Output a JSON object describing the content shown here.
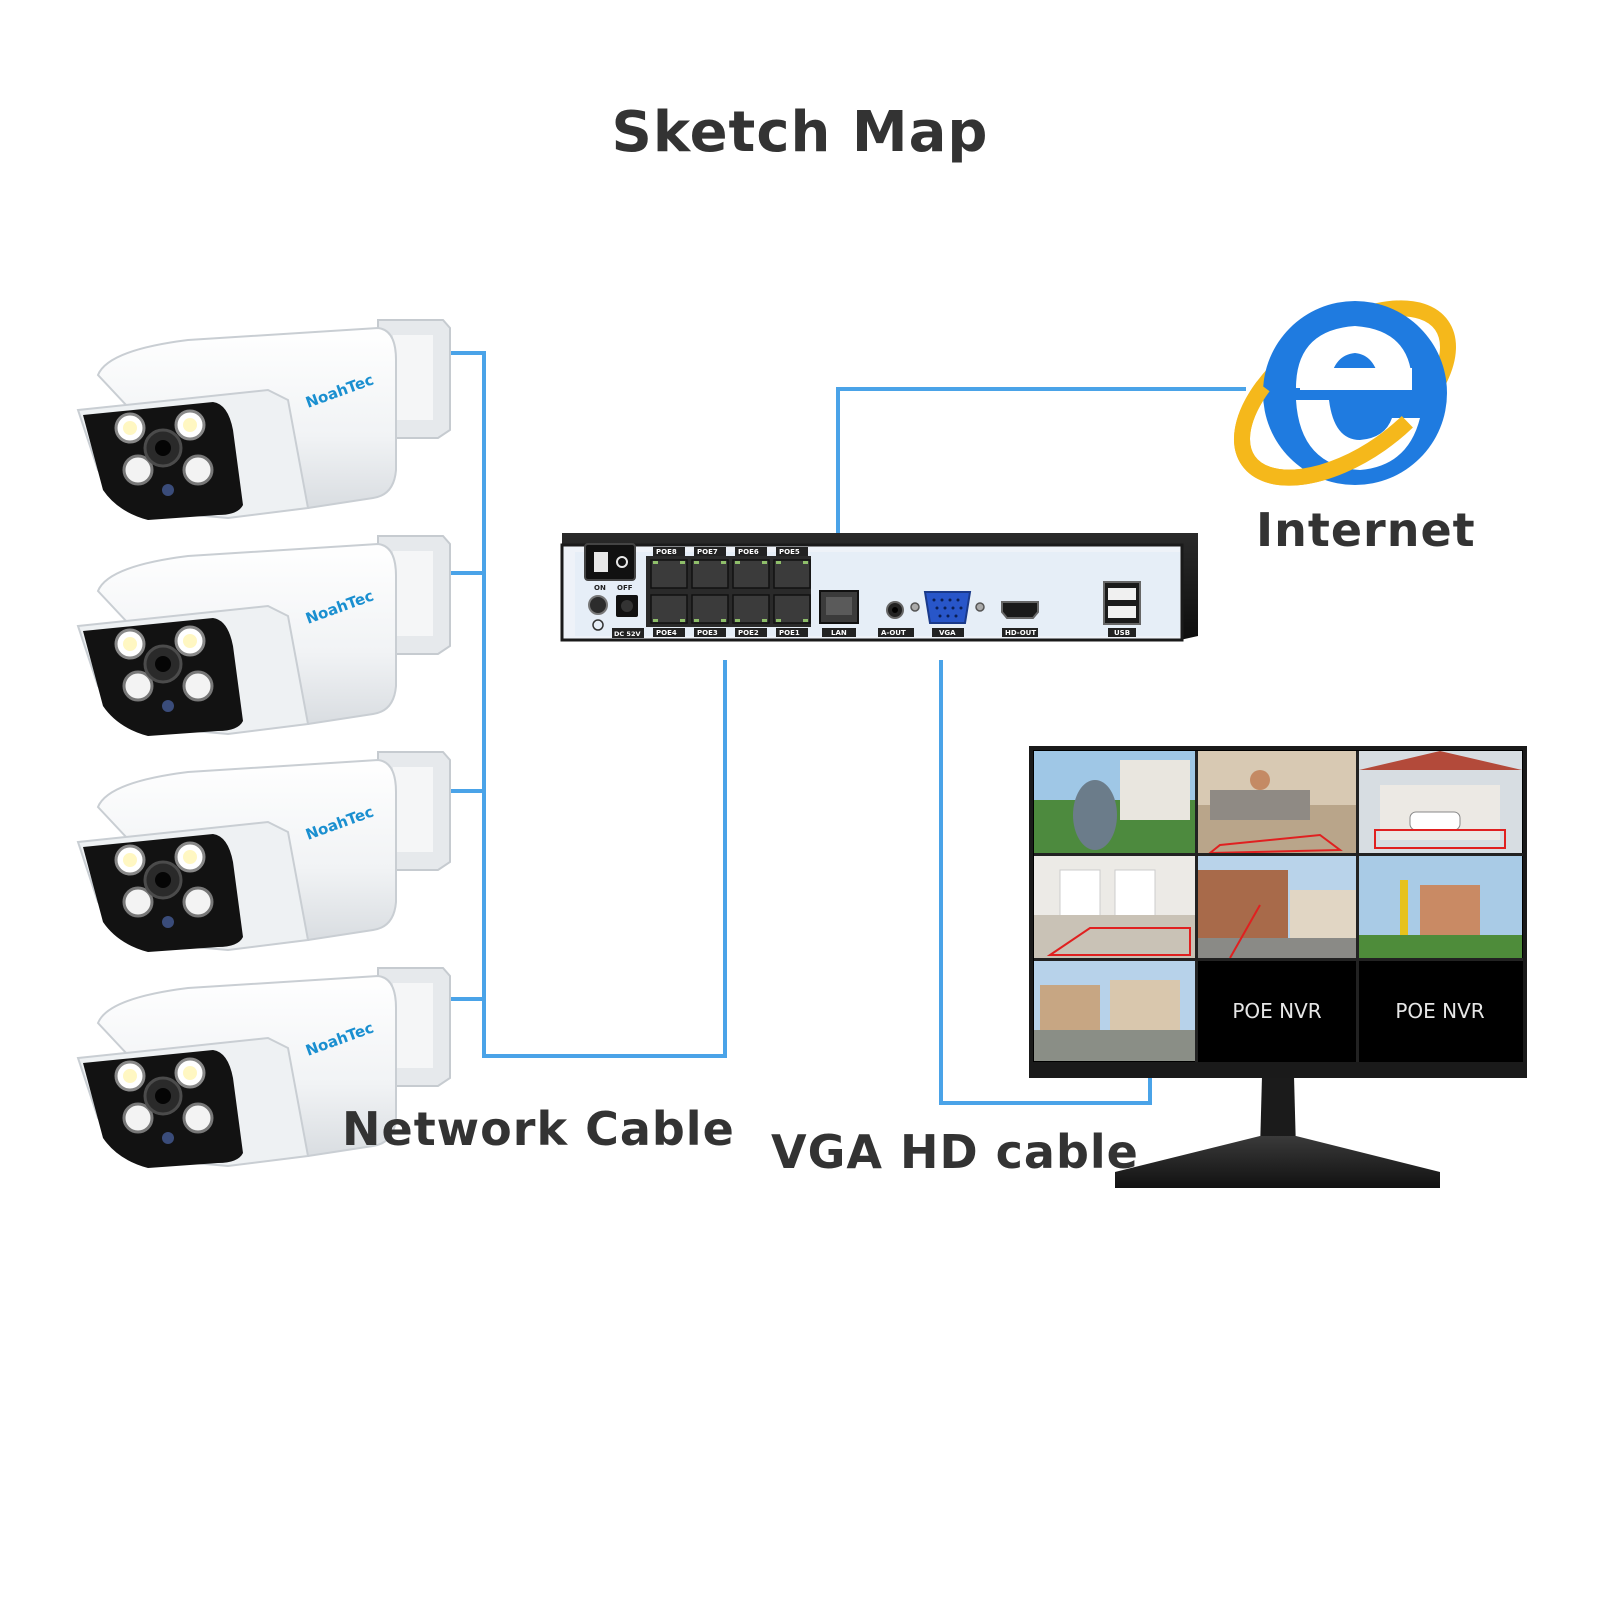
{
  "title": "Sketch Map",
  "labels": {
    "internet": "Internet",
    "network_cable": "Network Cable",
    "vga_cable": "VGA HD cable"
  },
  "camera": {
    "brand": "NoahTec",
    "count": 4
  },
  "nvr": {
    "switch_on": "ON",
    "switch_off": "OFF",
    "power_label": "DC 52V",
    "poe_top": [
      "POE8",
      "POE7",
      "POE6",
      "POE5"
    ],
    "poe_bottom": [
      "POE4",
      "POE3",
      "POE2",
      "POE1"
    ],
    "lan": "LAN",
    "aout": "A-OUT",
    "vga": "VGA",
    "hdout": "HD-OUT",
    "usb": "USB"
  },
  "monitor": {
    "tile_text_1": "POE NVR",
    "tile_text_2": "POE NVR"
  },
  "colors": {
    "cable": "#4aa3e8",
    "text": "#333333",
    "ie_blue": "#1f7be0",
    "ie_ring": "#f5b81b"
  }
}
